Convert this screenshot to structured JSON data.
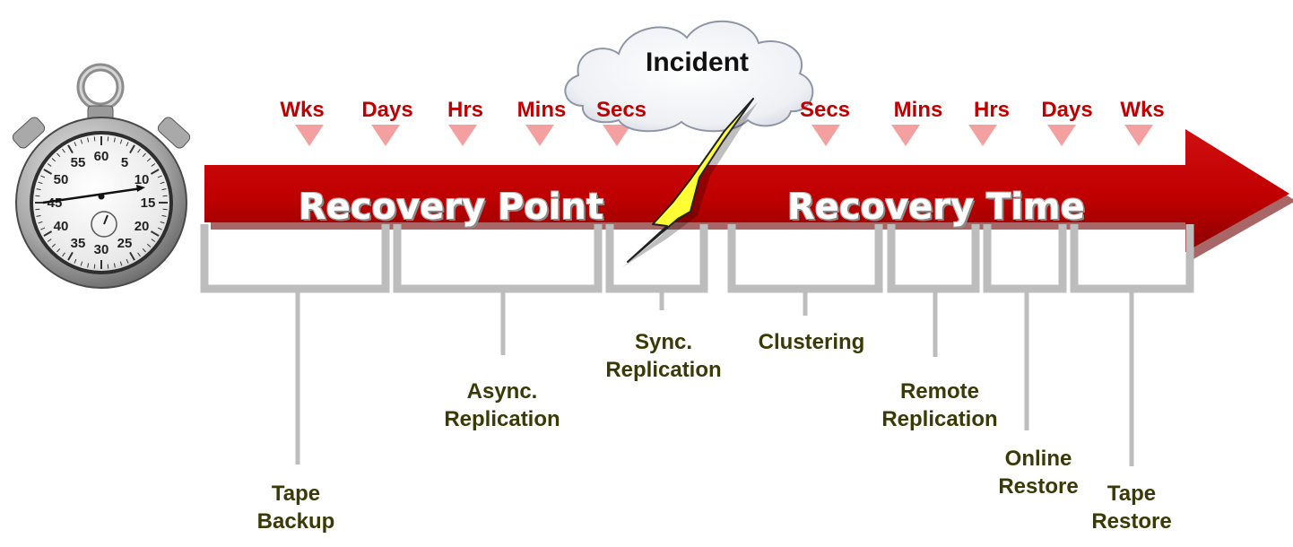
{
  "incident": {
    "label": "Incident"
  },
  "recovery_point": {
    "title": "Recovery Point",
    "scale": [
      "Wks",
      "Days",
      "Hrs",
      "Mins",
      "Secs"
    ]
  },
  "recovery_time": {
    "title": "Recovery Time",
    "scale": [
      "Secs",
      "Mins",
      "Hrs",
      "Days",
      "Wks"
    ]
  },
  "technologies": [
    {
      "lines": [
        "Tape",
        "Backup"
      ]
    },
    {
      "lines": [
        "Async.",
        "Replication"
      ]
    },
    {
      "lines": [
        "Sync.",
        "Replication"
      ]
    },
    {
      "lines": [
        "Clustering"
      ]
    },
    {
      "lines": [
        "Remote",
        "Replication"
      ]
    },
    {
      "lines": [
        "Online",
        "Restore"
      ]
    },
    {
      "lines": [
        "Tape",
        "Restore"
      ]
    }
  ],
  "stopwatch": {
    "dial_numbers": [
      "60",
      "5",
      "10",
      "15",
      "20",
      "25",
      "30",
      "35",
      "40",
      "45",
      "50",
      "55"
    ]
  },
  "colors": {
    "arrow": "#c00000",
    "scale_text": "#c00000",
    "tick_marker": "#f4a0a0",
    "bracket": "#bdbdbd",
    "tech_text": "#3a3a06",
    "bolt": "#ffff33"
  }
}
